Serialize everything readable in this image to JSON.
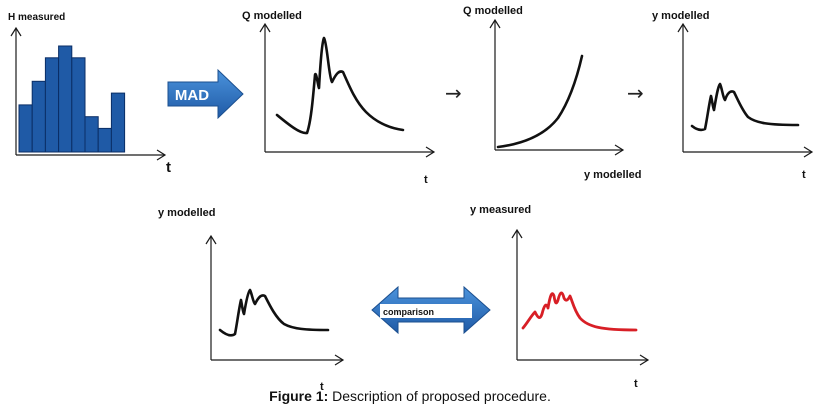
{
  "colors": {
    "axis": "#1a1a1a",
    "bar_fill": "#1f5aa6",
    "bar_stroke": "#0b2e66",
    "arrow_fill": "#2f78c8",
    "arrow_stroke": "#1b4f8f",
    "curve_black": "#111111",
    "curve_red": "#d81f26"
  },
  "histogram": {
    "ylabel": "H measured",
    "xlabel": "t",
    "values": [
      4,
      6,
      8,
      9,
      8,
      3,
      2,
      5
    ]
  },
  "mad_arrow": {
    "label": "MAD"
  },
  "panel_q_time": {
    "ylabel": "Q modelled",
    "xlabel": "t",
    "curve": "hydrograph"
  },
  "connector_1": "→",
  "panel_rating": {
    "ylabel": "Q modelled",
    "xlabel": "y modelled",
    "curve": "exponential"
  },
  "connector_2": "→",
  "panel_y_time": {
    "ylabel": "y modelled",
    "xlabel": "t",
    "curve": "hydrograph"
  },
  "panel_y_modelled_bottom": {
    "ylabel": "y modelled",
    "xlabel": "t",
    "curve": "hydrograph"
  },
  "comparison_arrow": {
    "label": "comparison"
  },
  "panel_y_measured": {
    "ylabel": "y measured",
    "xlabel": "t",
    "curve": "hydrograph-red"
  },
  "caption": {
    "bold": "Figure 1:",
    "text": " Description of proposed procedure."
  }
}
